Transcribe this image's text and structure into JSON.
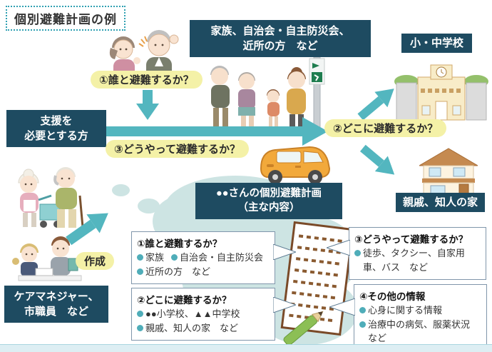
{
  "title": "個別避難計画の例",
  "top": {
    "companions": {
      "line1": "家族、自治会・自主防災会、",
      "line2": "近所の方　など"
    },
    "school_label": "小・中学校"
  },
  "left": {
    "support": {
      "line1": "支援を",
      "line2": "必要とする方"
    },
    "care_manager": {
      "line1": "ケアマネジャー、",
      "line2": "市職員　など"
    }
  },
  "steps": {
    "who": "①誰と避難するか？",
    "where": "②どこに避難するか？",
    "how": "③どうやって避難するか？",
    "create": "作成"
  },
  "right": {
    "relatives_label": "親戚、知人の家"
  },
  "plan": {
    "header": {
      "line1": "●●さんの個別避難計画",
      "line2": "（主な内容）"
    },
    "boxes": [
      {
        "title": "①誰と避難するか？",
        "items": [
          "家族",
          "自治会・自主防災会",
          "近所の方　など"
        ]
      },
      {
        "title": "②どこに避難するか？",
        "items": [
          "●●小学校、▲▲中学校",
          "親戚、知人の家　など"
        ]
      },
      {
        "title": "③どうやって避難するか？",
        "items": [
          "徒歩、タクシー、自家用車、バス　など"
        ]
      },
      {
        "title": "④その他の情報",
        "items": [
          "心身に関する情報",
          "治療中の病気、服薬状況　など"
        ]
      }
    ]
  },
  "colors": {
    "navy": "#1e4b61",
    "teal": "#53b6bf",
    "cloud": "#cde4e3",
    "yellow": "#f4f1a7",
    "bullet": "#4fadb9",
    "band": "#ddeef3"
  }
}
